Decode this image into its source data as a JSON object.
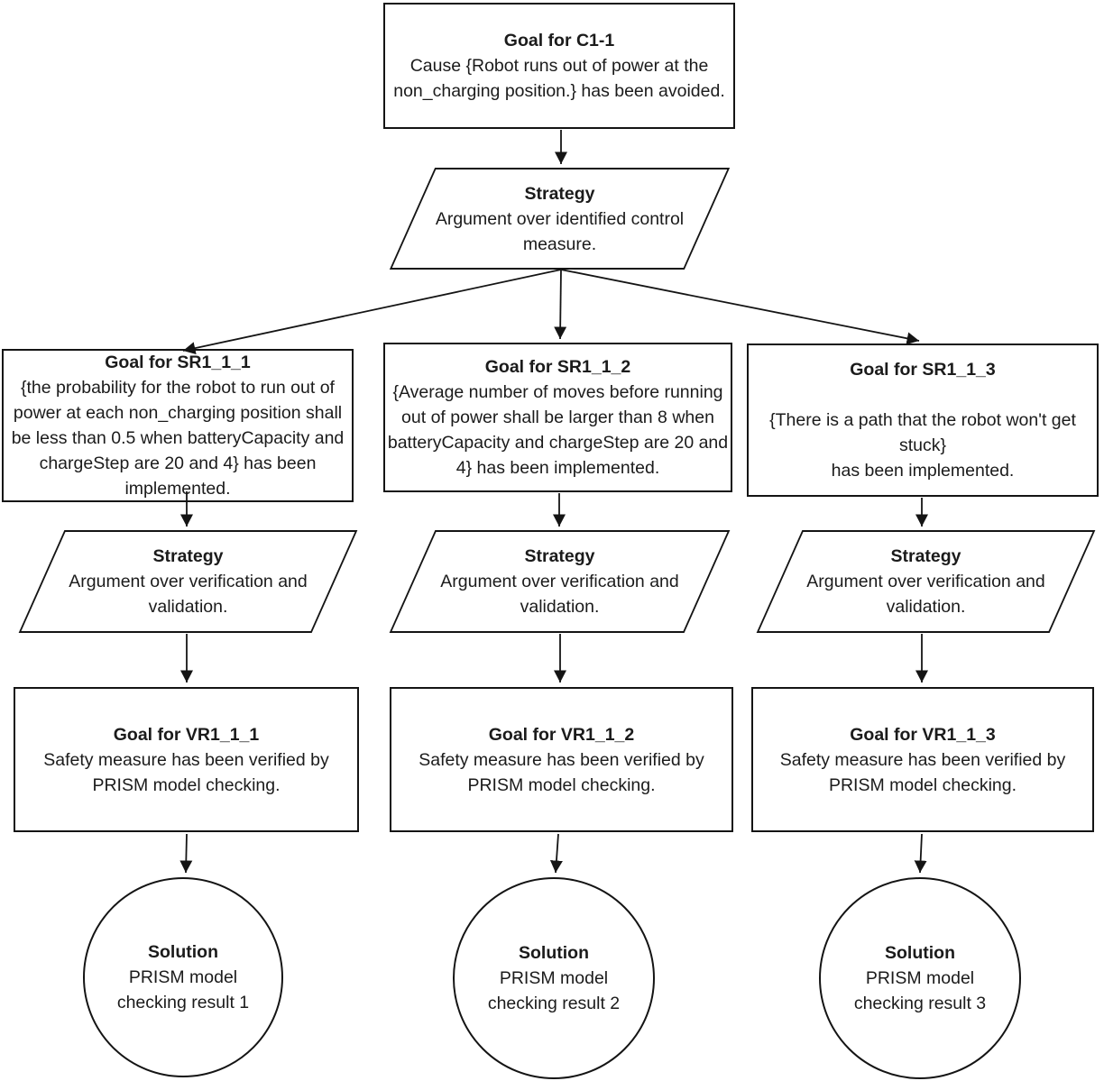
{
  "colors": {
    "stroke": "#141414",
    "text": "#1b1b1b",
    "background": "#ffffff"
  },
  "nodes": {
    "goal_c1_1": {
      "title": "Goal for C1-1",
      "body": "Cause {Robot runs out of power at the non_charging position.} has been avoided."
    },
    "strategy_c1_1": {
      "title": "Strategy",
      "body": "Argument over identified control measure."
    },
    "goal_sr1_1_1": {
      "title": "Goal for SR1_1_1",
      "body": "{the probability for the robot to run out of power at each non_charging position shall be less than 0.5 when batteryCapacity and chargeStep are 20 and 4} has been implemented."
    },
    "goal_sr1_1_2": {
      "title": "Goal for SR1_1_2",
      "body": "{Average number of moves before running out of power shall be larger than 8 when batteryCapacity and chargeStep are 20 and 4} has been implemented."
    },
    "goal_sr1_1_3": {
      "title": "Goal for SR1_1_3",
      "body": "\n{There is a path that the robot won't get stuck}\nhas been implemented."
    },
    "strategy_sr1_1_1": {
      "title": "Strategy",
      "body": "Argument over verification and validation."
    },
    "strategy_sr1_1_2": {
      "title": "Strategy",
      "body": "Argument over verification and validation."
    },
    "strategy_sr1_1_3": {
      "title": "Strategy",
      "body": "Argument over verification and validation."
    },
    "goal_vr1_1_1": {
      "title": "Goal for VR1_1_1",
      "body": "Safety measure has been verified by PRISM model checking."
    },
    "goal_vr1_1_2": {
      "title": "Goal for VR1_1_2",
      "body": "Safety measure has been verified by PRISM model checking."
    },
    "goal_vr1_1_3": {
      "title": "Goal for VR1_1_3",
      "body": "Safety measure has been verified by PRISM model checking."
    },
    "solution_1": {
      "title": "Solution",
      "body": "PRISM model checking result 1"
    },
    "solution_2": {
      "title": "Solution",
      "body": "PRISM model checking result 2"
    },
    "solution_3": {
      "title": "Solution",
      "body": "PRISM model checking result 3"
    }
  }
}
